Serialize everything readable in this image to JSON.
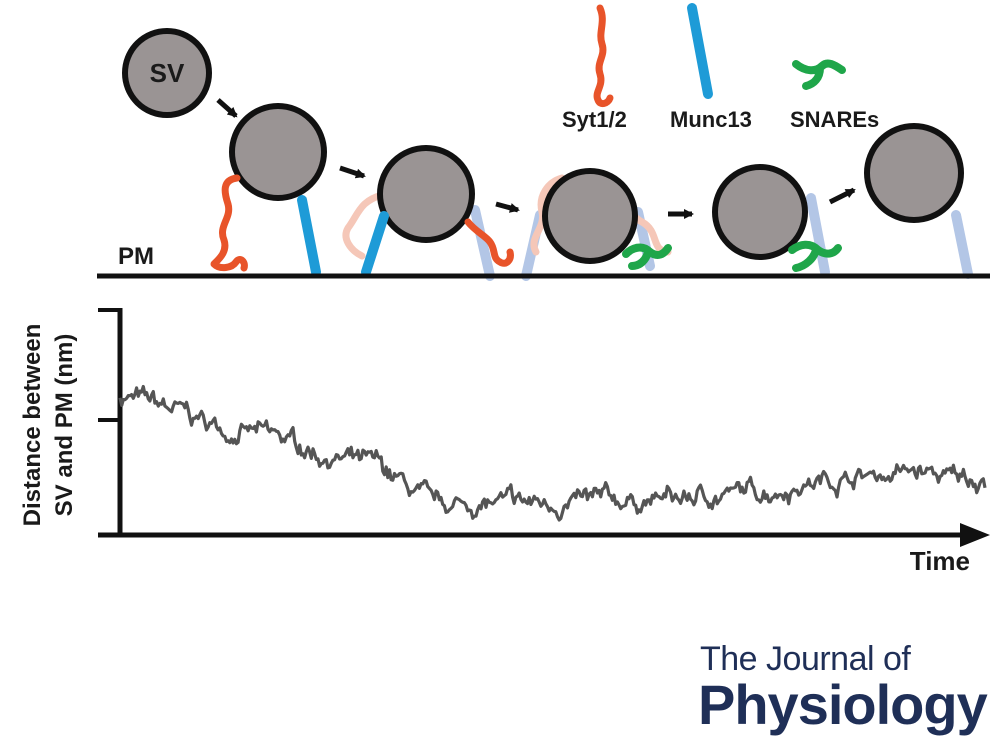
{
  "labels": {
    "sv": "SV",
    "pm": "PM",
    "syt": "Syt1/2",
    "munc": "Munc13",
    "snares": "SNAREs",
    "y_line1": "Distance between",
    "y_line2": "SV and PM (nm)",
    "x": "Time"
  },
  "logo": {
    "line1": "The Journal of",
    "line2": "Physiology"
  },
  "colors": {
    "vesicle_fill": "#9a9494",
    "outline": "#111111",
    "syt": "#e8542a",
    "syt_faded": "#f5c7b8",
    "munc": "#1e9bd7",
    "munc_faded": "#b3c6e6",
    "snares": "#1fa64a",
    "trace": "#555555",
    "logo": "#1f2f57"
  },
  "trace_profile": {
    "t": [
      0,
      0.04,
      0.08,
      0.12,
      0.16,
      0.2,
      0.24,
      0.3,
      0.36,
      0.5,
      0.65,
      0.75,
      0.82,
      0.88,
      0.92,
      0.96,
      1.0
    ],
    "y": [
      0.62,
      0.58,
      0.53,
      0.47,
      0.45,
      0.41,
      0.35,
      0.3,
      0.13,
      0.14,
      0.16,
      0.2,
      0.25,
      0.27,
      0.28,
      0.25,
      0.26
    ]
  }
}
